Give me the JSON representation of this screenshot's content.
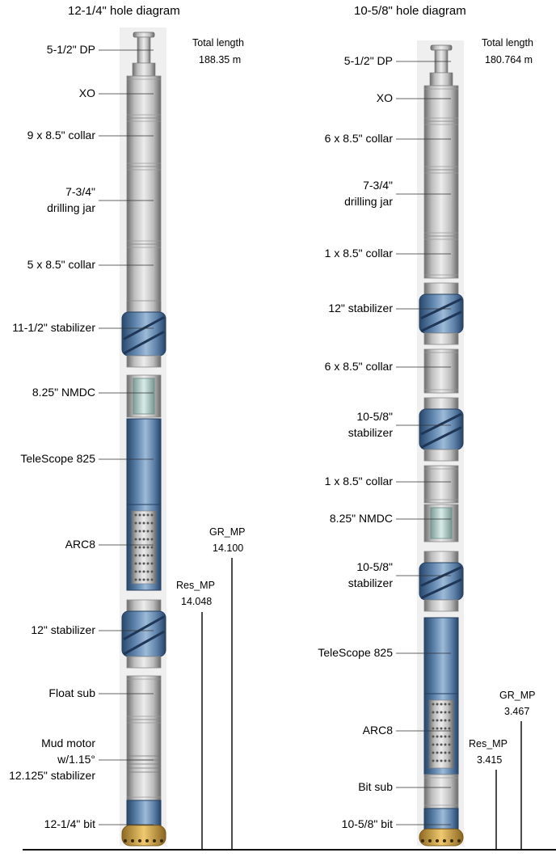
{
  "colors": {
    "steel_dark": "#6f6f6f",
    "steel_light": "#e2e2e2",
    "blue_dark": "#2f4f73",
    "blue_light": "#8fb0d4",
    "nmdc_light": "#c7e1dd",
    "bit_gold": "#d7a84a",
    "shade": "#eeeeee"
  },
  "left": {
    "title": "12-1/4\" hole diagram",
    "total_label": "Total length",
    "total_value": "188.35 m",
    "components": [
      {
        "label": [
          "5-1/2\" DP"
        ],
        "kind": "dp"
      },
      {
        "label": [
          "XO"
        ],
        "kind": "steel"
      },
      {
        "label": [
          "9 x 8.5\" collar"
        ],
        "kind": "steel"
      },
      {
        "label": [
          "7-3/4\"",
          "drilling jar"
        ],
        "kind": "steel"
      },
      {
        "label": [
          "5 x 8.5\" collar"
        ],
        "kind": "steel"
      },
      {
        "label": [
          "11-1/2\" stabilizer"
        ],
        "kind": "stab"
      },
      {
        "label": [
          "8.25\" NMDC"
        ],
        "kind": "nmdc"
      },
      {
        "label": [
          "TeleScope 825"
        ],
        "kind": "blue"
      },
      {
        "label": [
          "ARC8"
        ],
        "kind": "arc"
      },
      {
        "label": [
          "12\" stabilizer"
        ],
        "kind": "stab"
      },
      {
        "label": [
          "Float sub"
        ],
        "kind": "steel"
      },
      {
        "label": [
          "Mud motor",
          "w/1.15°",
          "12.125\" stabilizer"
        ],
        "kind": "motor"
      },
      {
        "label": [
          "12-1/4\" bit"
        ],
        "kind": "bit"
      }
    ],
    "sensors": [
      {
        "name": "Res_MP",
        "value": "14.048"
      },
      {
        "name": "GR_MP",
        "value": "14.100"
      }
    ]
  },
  "right": {
    "title": "10-5/8\" hole diagram",
    "total_label": "Total length",
    "total_value": "180.764 m",
    "components": [
      {
        "label": [
          "5-1/2\" DP"
        ],
        "kind": "dp"
      },
      {
        "label": [
          "XO"
        ],
        "kind": "steel"
      },
      {
        "label": [
          "6 x 8.5\" collar"
        ],
        "kind": "steel"
      },
      {
        "label": [
          "7-3/4\"",
          "drilling jar"
        ],
        "kind": "steel"
      },
      {
        "label": [
          "1 x 8.5\" collar"
        ],
        "kind": "steel"
      },
      {
        "label": [
          "12\" stabilizer"
        ],
        "kind": "stab"
      },
      {
        "label": [
          "6 x 8.5\" collar"
        ],
        "kind": "steel"
      },
      {
        "label": [
          "10-5/8\"",
          "stabilizer"
        ],
        "kind": "stab"
      },
      {
        "label": [
          "1 x 8.5\" collar"
        ],
        "kind": "steel"
      },
      {
        "label": [
          "8.25\" NMDC"
        ],
        "kind": "nmdc"
      },
      {
        "label": [
          "10-5/8\"",
          "stabilizer"
        ],
        "kind": "stab"
      },
      {
        "label": [
          "TeleScope 825"
        ],
        "kind": "blue"
      },
      {
        "label": [
          "ARC8"
        ],
        "kind": "arc"
      },
      {
        "label": [
          "Bit sub"
        ],
        "kind": "steel"
      },
      {
        "label": [
          "10-5/8\" bit"
        ],
        "kind": "bit"
      }
    ],
    "sensors": [
      {
        "name": "Res_MP",
        "value": "3.415"
      },
      {
        "name": "GR_MP",
        "value": "3.467"
      }
    ]
  }
}
